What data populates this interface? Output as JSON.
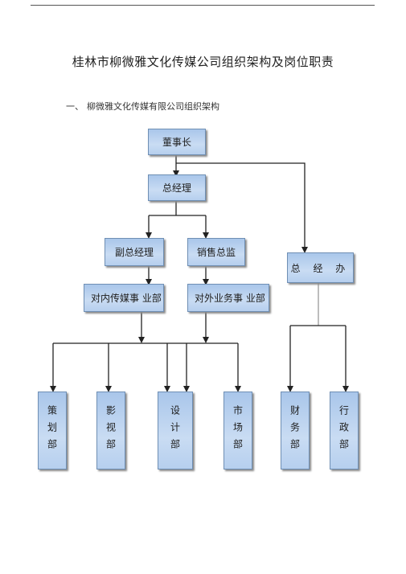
{
  "document": {
    "title": "桂林市柳微雅文化传媒公司组织架构及岗位职责",
    "section_number": "一、",
    "section_title": "柳微雅文化传媒有限公司组织架构"
  },
  "org_chart": {
    "chairman": "董事长",
    "general_manager": "总经理",
    "deputy_general_manager": "副总经理",
    "sales_director": "销售总监",
    "general_office": "总 经 办",
    "internal_media_division": "对内传媒事 业部",
    "external_business_division": "对外业务事 业部",
    "departments": {
      "planning": "策划部",
      "film_video": "影视部",
      "design": "设计部",
      "marketing": "市场部",
      "finance": "财务部",
      "administration": "行政部"
    }
  },
  "colors": {
    "box_fill": "#bdd4f0",
    "box_border": "#6f8fb4",
    "connector": "#222222"
  }
}
